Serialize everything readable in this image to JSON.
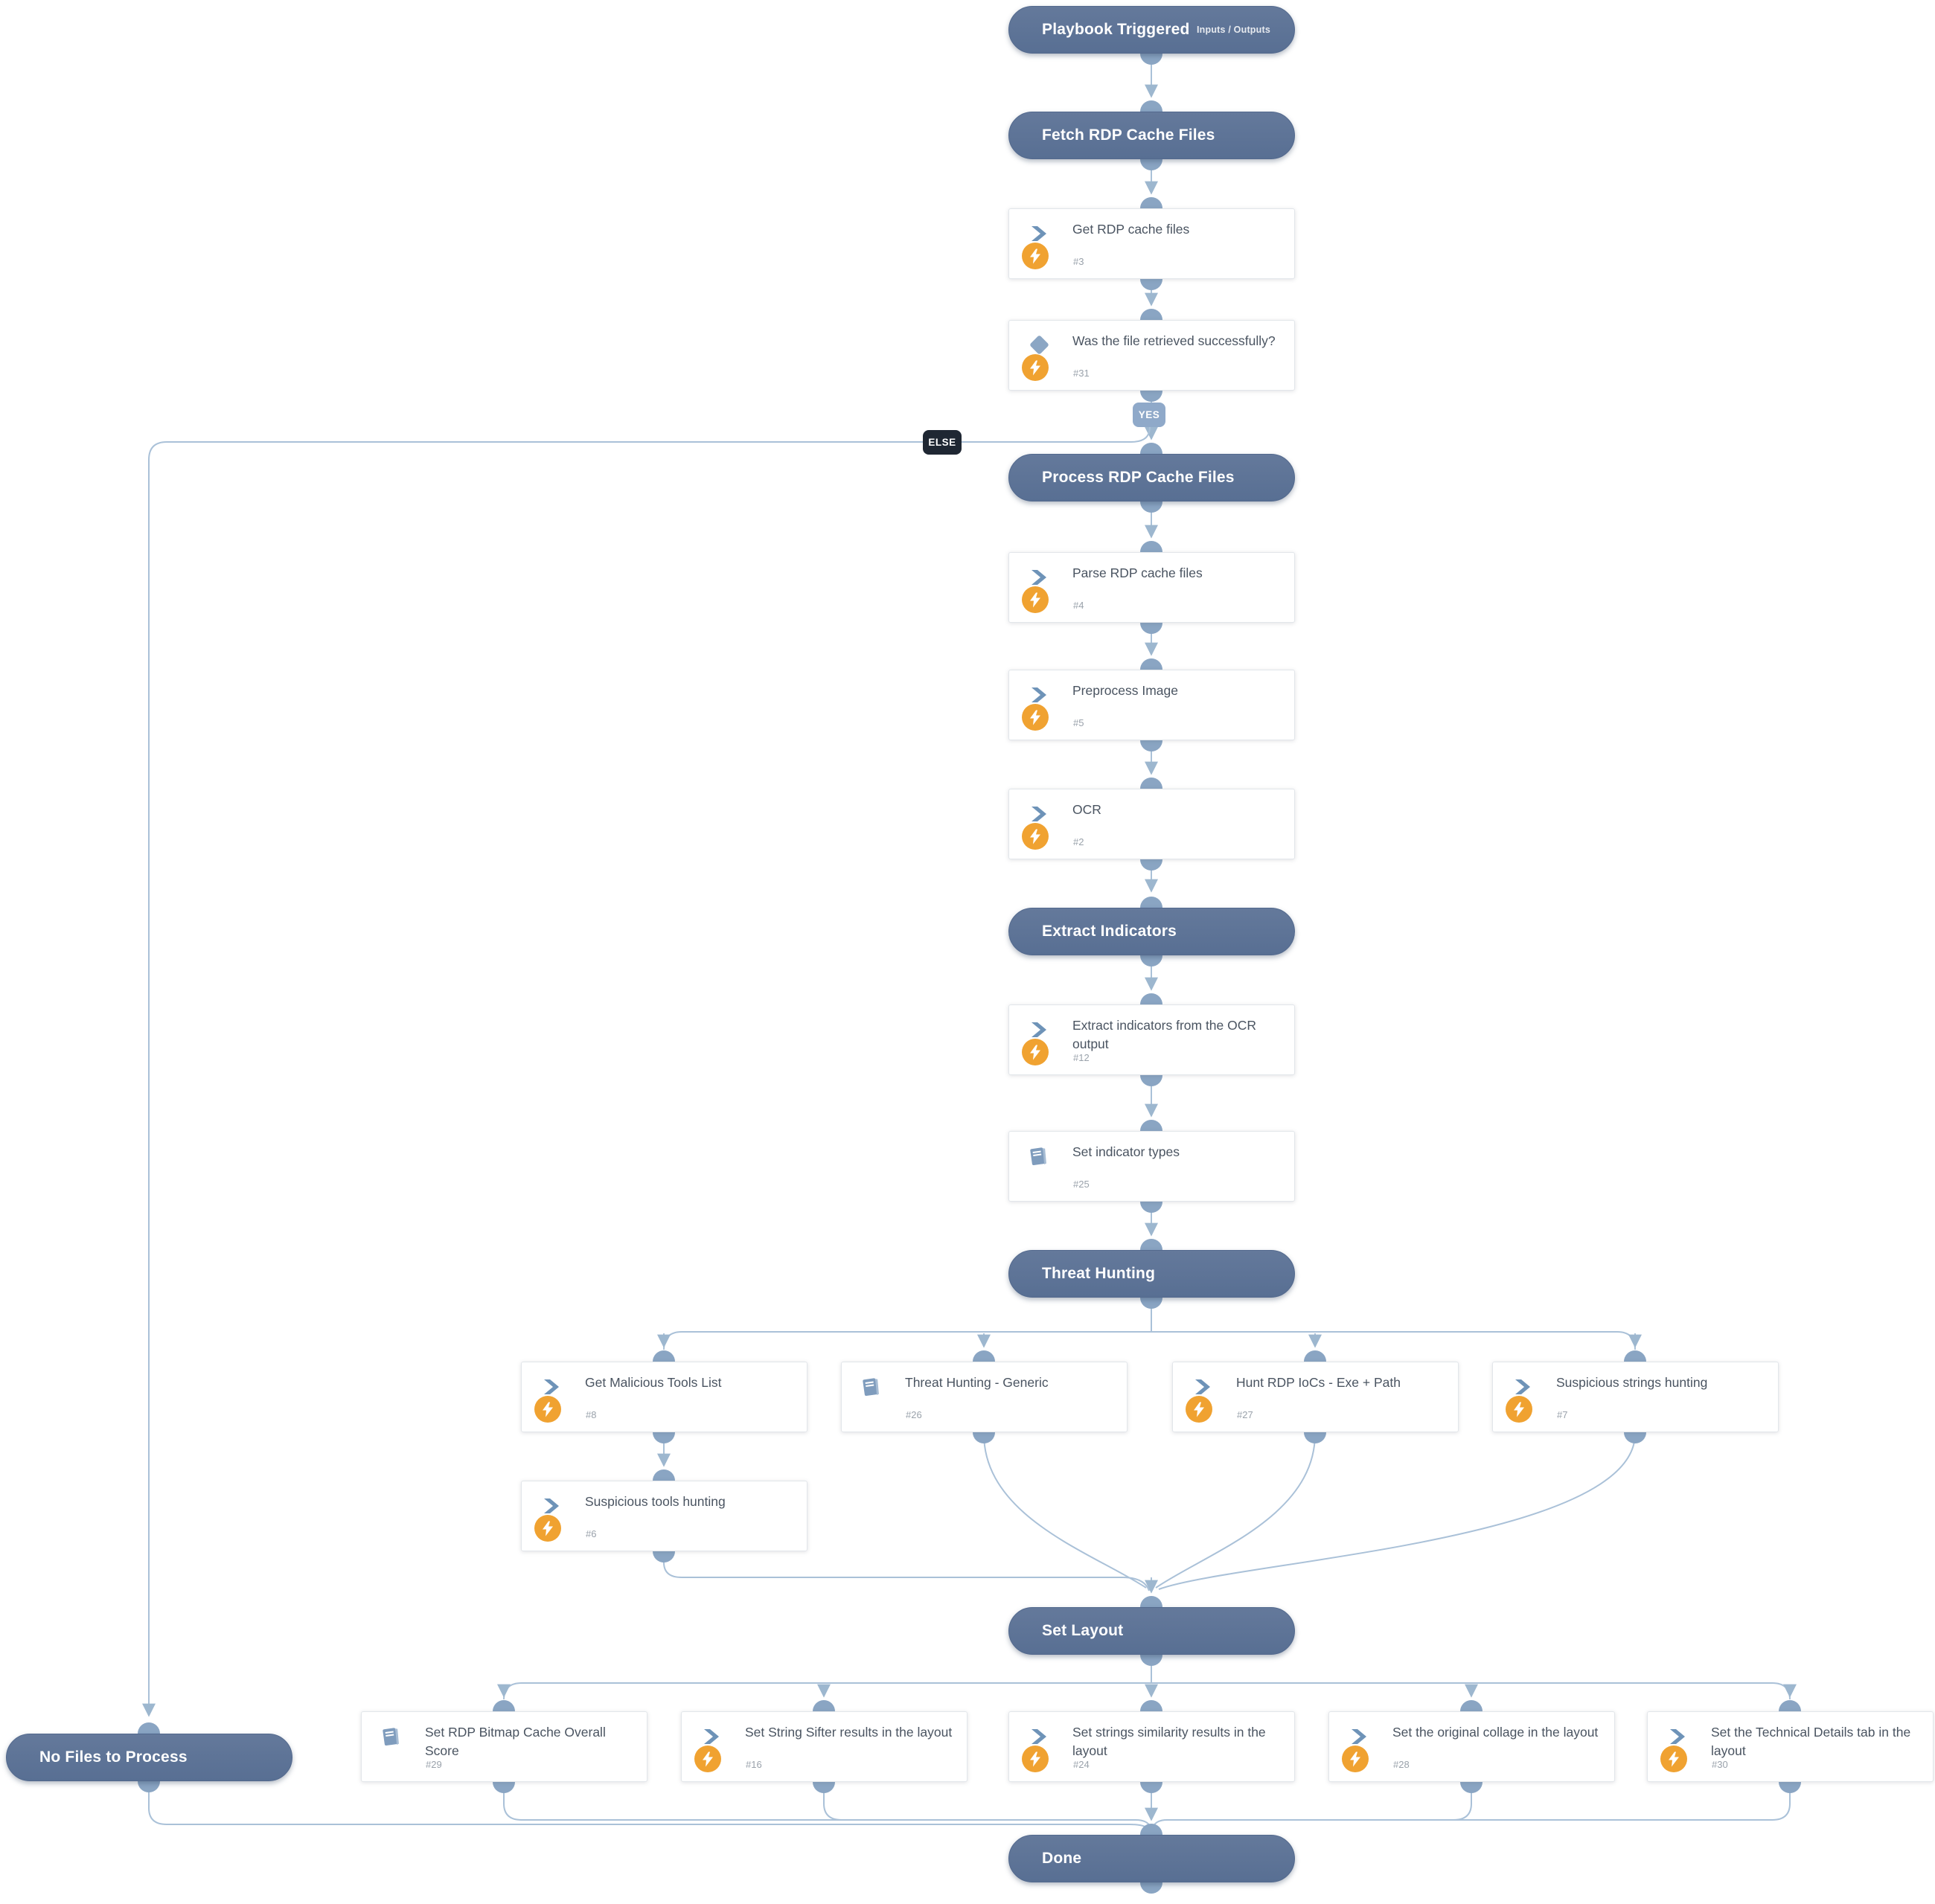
{
  "sections": {
    "playbook": {
      "label": "Playbook Triggered",
      "sub": "Inputs / Outputs"
    },
    "fetch": {
      "label": "Fetch RDP Cache Files"
    },
    "process": {
      "label": "Process RDP Cache Files"
    },
    "extract": {
      "label": "Extract Indicators"
    },
    "threat": {
      "label": "Threat Hunting"
    },
    "layout": {
      "label": "Set Layout"
    },
    "nofiles": {
      "label": "No Files to Process"
    },
    "done": {
      "label": "Done"
    }
  },
  "branches": {
    "yes": "YES",
    "else": "ELSE"
  },
  "tasks": {
    "t3": {
      "label": "Get RDP cache files",
      "num": "#3",
      "type": "automation"
    },
    "t31": {
      "label": "Was the file retrieved successfully?",
      "num": "#31",
      "type": "condition"
    },
    "t4": {
      "label": "Parse RDP cache files",
      "num": "#4",
      "type": "automation"
    },
    "t5": {
      "label": "Preprocess Image",
      "num": "#5",
      "type": "automation"
    },
    "t2": {
      "label": "OCR",
      "num": "#2",
      "type": "automation"
    },
    "t12": {
      "label": "Extract indicators from the OCR output",
      "num": "#12",
      "type": "automation"
    },
    "t25": {
      "label": "Set indicator types",
      "num": "#25",
      "type": "playbook"
    },
    "t8": {
      "label": "Get Malicious Tools List",
      "num": "#8",
      "type": "automation"
    },
    "t26": {
      "label": "Threat Hunting - Generic",
      "num": "#26",
      "type": "playbook"
    },
    "t27": {
      "label": "Hunt RDP IoCs - Exe + Path",
      "num": "#27",
      "type": "automation"
    },
    "t7": {
      "label": "Suspicious strings hunting",
      "num": "#7",
      "type": "automation"
    },
    "t6": {
      "label": "Suspicious tools hunting",
      "num": "#6",
      "type": "automation"
    },
    "t29": {
      "label": "Set RDP Bitmap Cache Overall Score",
      "num": "#29",
      "type": "playbook"
    },
    "t16": {
      "label": "Set String Sifter results in the layout",
      "num": "#16",
      "type": "automation"
    },
    "t24": {
      "label": "Set strings similarity results in the layout",
      "num": "#24",
      "type": "automation"
    },
    "t28": {
      "label": "Set the original collage in the layout",
      "num": "#28",
      "type": "automation"
    },
    "t30": {
      "label": "Set the Technical Details tab in the layout",
      "num": "#30",
      "type": "automation"
    }
  },
  "icons": {
    "automation": "chevron-right",
    "playbook": "book",
    "condition": "diamond",
    "quiet_mode": "lightning-bolt"
  },
  "colors": {
    "section_fill": "#5e7595",
    "connector": "#aac1d8",
    "port": "#8aa5c3",
    "arrow": "#9db7cf",
    "yes_badge": "#8fa9c9",
    "else_badge": "#1f2733",
    "quiet_badge": "#f0a231",
    "task_title": "#4a5461",
    "task_id": "#9aa2ab",
    "icon_blue": "#6e93b8"
  }
}
